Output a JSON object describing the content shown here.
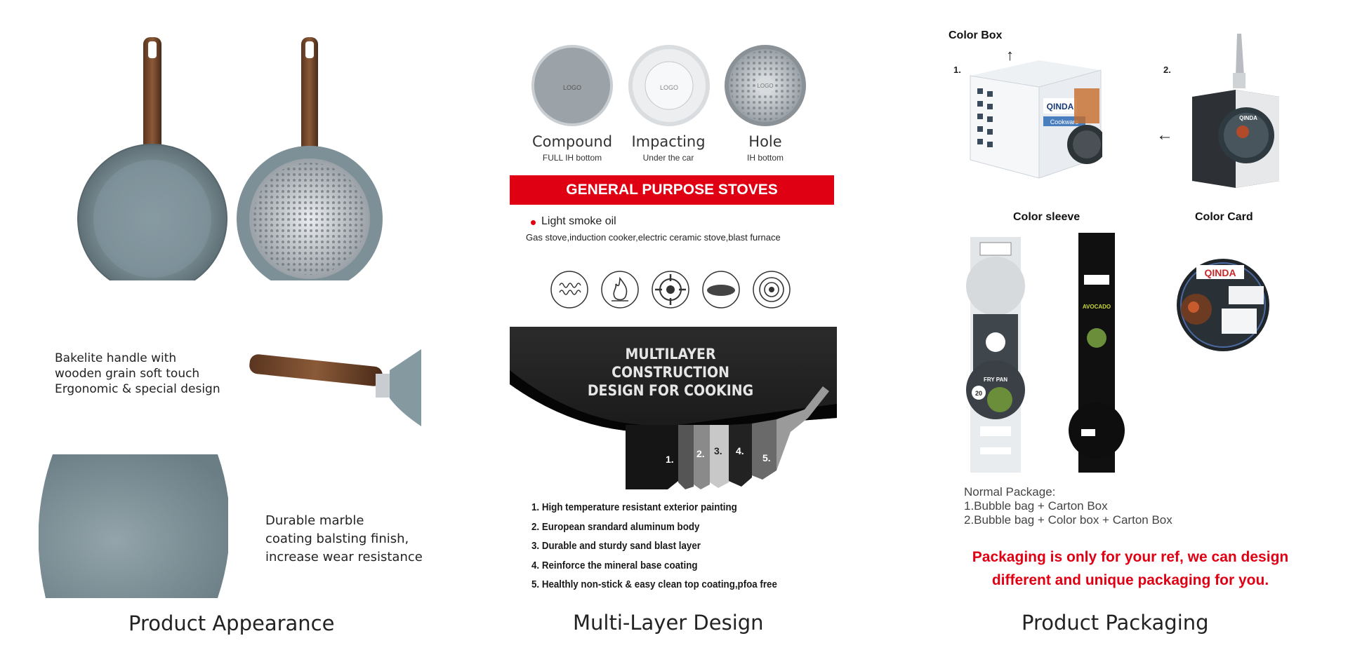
{
  "appearance": {
    "handle_text": "Bakelite handle with\nwooden grain soft touch\nErgonomic & special design",
    "coating_text": "Durable marble\ncoating balsting finish,\n increase wear resistance",
    "caption": "Product Appearance"
  },
  "multilayer": {
    "bottoms": [
      {
        "name": "Compound",
        "sub": "FULL IH bottom",
        "logo": "LOGO"
      },
      {
        "name": "Impacting",
        "sub": "Under the car",
        "logo": "LOGO"
      },
      {
        "name": "Hole",
        "sub": "IH bottom",
        "logo": "LOGO"
      }
    ],
    "banner": "GENERAL PURPOSE STOVES",
    "oil": "Light smoke oil",
    "stoves": "Gas stove,induction cooker,electric ceramic stove,blast furnace",
    "stove_icons": [
      "electric-coil-icon",
      "gas-flame-icon",
      "gas-burner-icon",
      "ceramic-plate-icon",
      "induction-icon"
    ],
    "construction_title": "MULTILAYER CONSTRUCTION\nDESIGN FOR COOKING",
    "layer_numbers": [
      "1.",
      "2.",
      "3.",
      "4.",
      "5."
    ],
    "layers": [
      "1. High temperature resistant exterior painting",
      "2. European srandard aluminum body",
      "3. Durable and sturdy sand blast layer",
      "4. Reinforce the mineral base coating",
      "5. Healthly non-stick & easy clean top coating,pfoa free"
    ],
    "caption": "Multi-Layer Design"
  },
  "packaging": {
    "color_box": "Color Box",
    "num1": "1.",
    "num2": "2.",
    "brand": "QINDA",
    "box_label": "Cookware",
    "card_brand": "QINDA",
    "color_sleeve": "Color sleeve",
    "color_card": "Color Card",
    "sleeve_fry": "FRY PAN",
    "sleeve_avocado": "AVOCADO",
    "sleeve_size": "20",
    "normal_title": "Normal Package:",
    "normal_1": "1.Bubble bag + Carton Box",
    "normal_2": "2.Bubble bag + Color box + Carton Box",
    "red_note": "Packaging is only for your ref, we can design\ndifferent and unique packaging for you.",
    "caption": "Product Packaging"
  }
}
